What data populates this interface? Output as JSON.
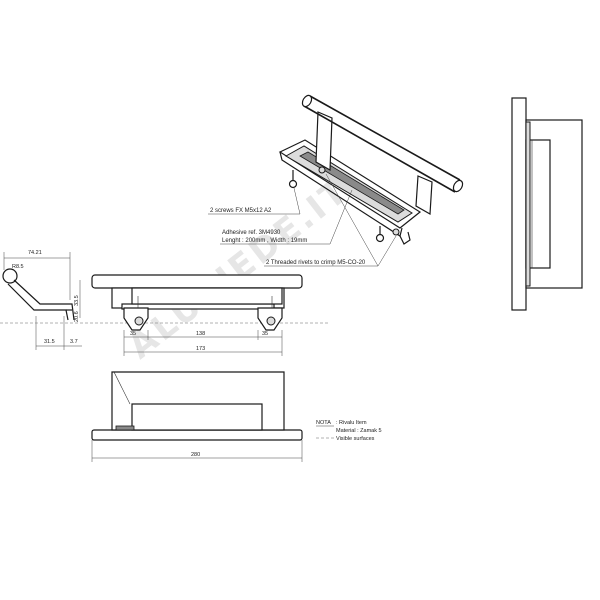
{
  "watermark": "ALUPIEDE.IT",
  "callouts": {
    "screws": "2 screws FX M5x12 A2",
    "adhesive_ref": "Adhesive ref. 3M4930",
    "adhesive_size": "Lenght : 200mm , Width : 19mm",
    "rivets": "2 Threaded rivets to crimp M5-CO-20"
  },
  "side_dims": {
    "width": "74.21",
    "radius": "R8.5",
    "height": "33.5",
    "rise": "20.6",
    "base": "31.5",
    "offset": "3.7"
  },
  "front_dims": {
    "left": "35",
    "center": "138",
    "right": "35",
    "total": "173"
  },
  "bottom_dims": {
    "length": "280"
  },
  "legend": {
    "heading": "NOTA",
    "line1": ": Rivalu Item",
    "line2": "Material : Zamak 5",
    "line3": "Visible surfaces"
  }
}
